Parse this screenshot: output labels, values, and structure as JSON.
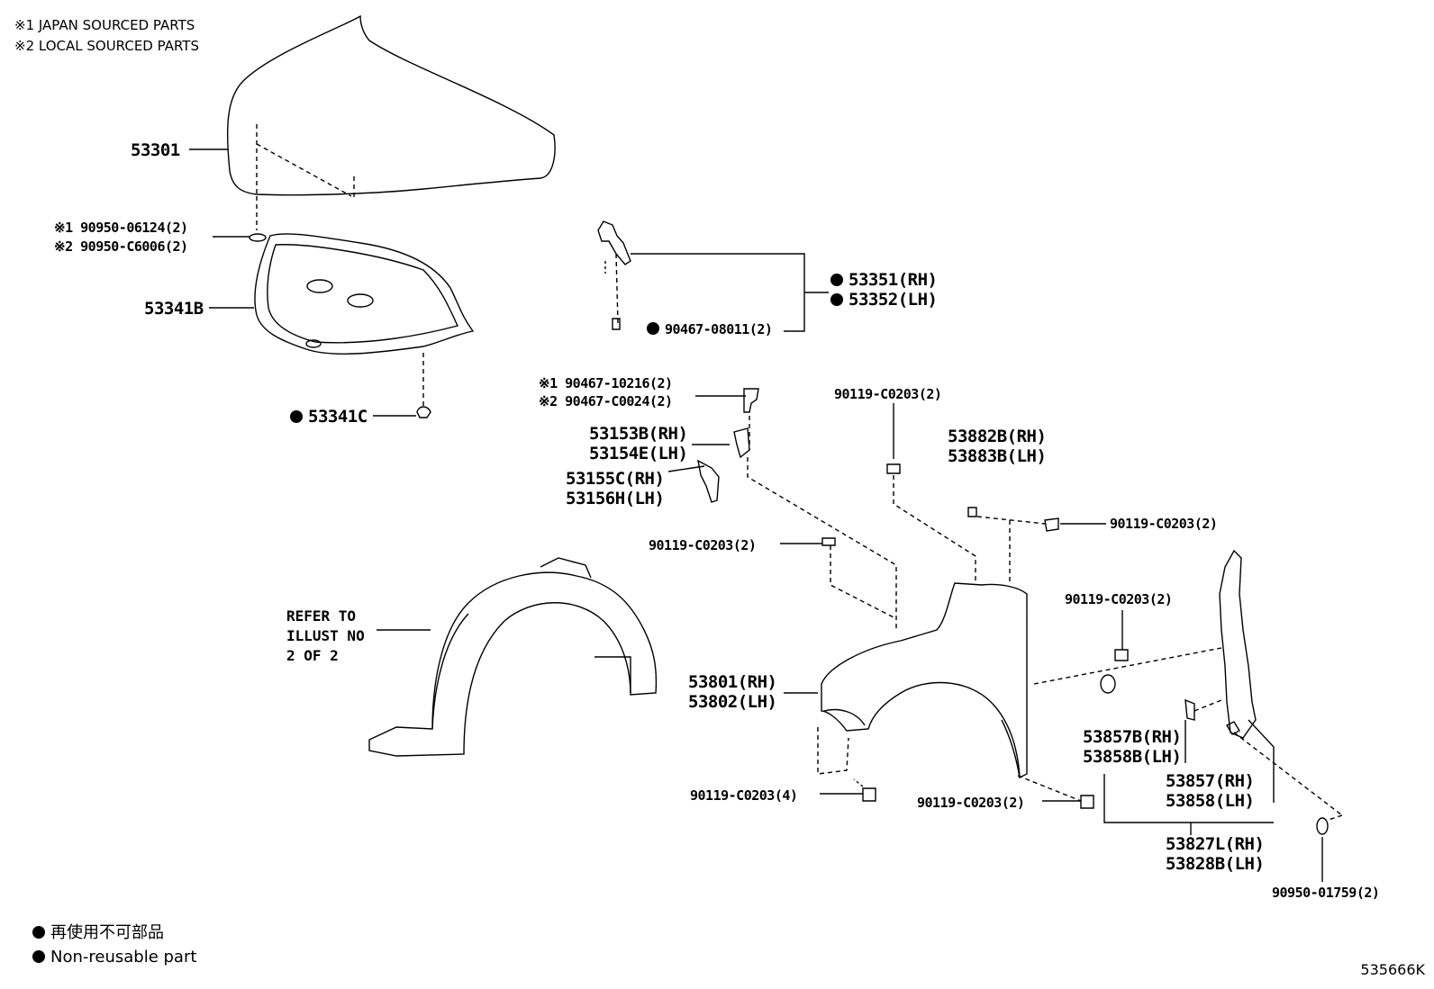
{
  "notes": {
    "japan": "※1 JAPAN SOURCED PARTS",
    "local": "※2 LOCAL SOURCED PARTS"
  },
  "parts": {
    "hood": "53301",
    "pad_j": "※1 90950-06124(2)",
    "pad_l": "※2 90950-C6006(2)",
    "insulator": "53341B",
    "clip_53341c": "53341C",
    "hinge_rh": "53351(RH)",
    "hinge_lh": "53352(LH)",
    "hinge_bolt": "90467-08011(2)",
    "clip_j": "※1 90467-10216(2)",
    "clip_l": "※2 90467-C0024(2)",
    "br_53153b": "53153B(RH)",
    "br_53154e": "53154E(LH)",
    "br_53155c": "53155C(RH)",
    "br_53156h": "53156H(LH)",
    "bolt_top": "90119-C0203(2)",
    "bolt_left": "90119-C0203(2)",
    "seal_rh": "53882B(RH)",
    "seal_lh": "53883B(LH)",
    "bolt_right": "90119-C0203(2)",
    "refer": "REFER TO\nILLUST NO\n2 OF 2",
    "fender_rh": "53801(RH)",
    "fender_lh": "53802(LH)",
    "bolt_mid_right": "90119-C0203(2)",
    "liner_bolt": "90119-C0203(4)",
    "fender_bolt": "90119-C0203(2)",
    "cover_rh": "53857B(RH)",
    "cover_lh": "53858B(LH)",
    "cover2_rh": "53857(RH)",
    "cover2_lh": "53858(LH)",
    "panel_rh": "53827L(RH)",
    "panel_lh": "53828B(LH)",
    "grommet": "90950-01759(2)"
  },
  "legend": {
    "jp": "再使用不可部品",
    "en": "Non-reusable part"
  },
  "diagram_code": "535666K"
}
